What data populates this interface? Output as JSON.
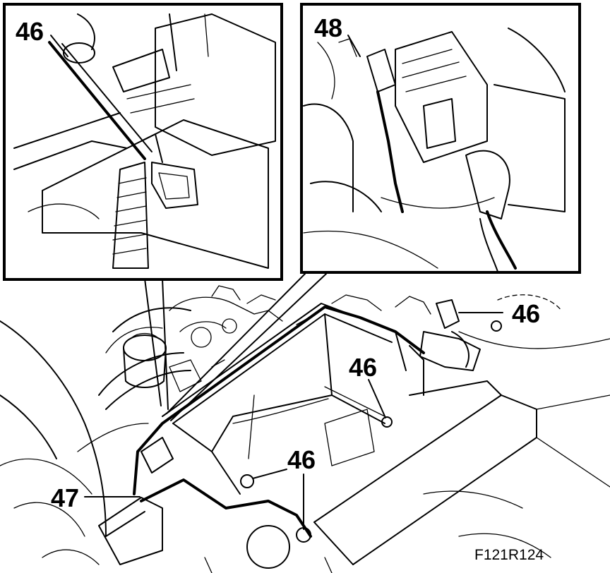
{
  "callouts": {
    "inset_left": "46",
    "inset_right": "48",
    "top_right": "46",
    "center": "46",
    "lower_center": "46",
    "lower_left": "47"
  },
  "figure_id": "F121R124",
  "colors": {
    "ink": "#000000",
    "paper": "#ffffff"
  }
}
